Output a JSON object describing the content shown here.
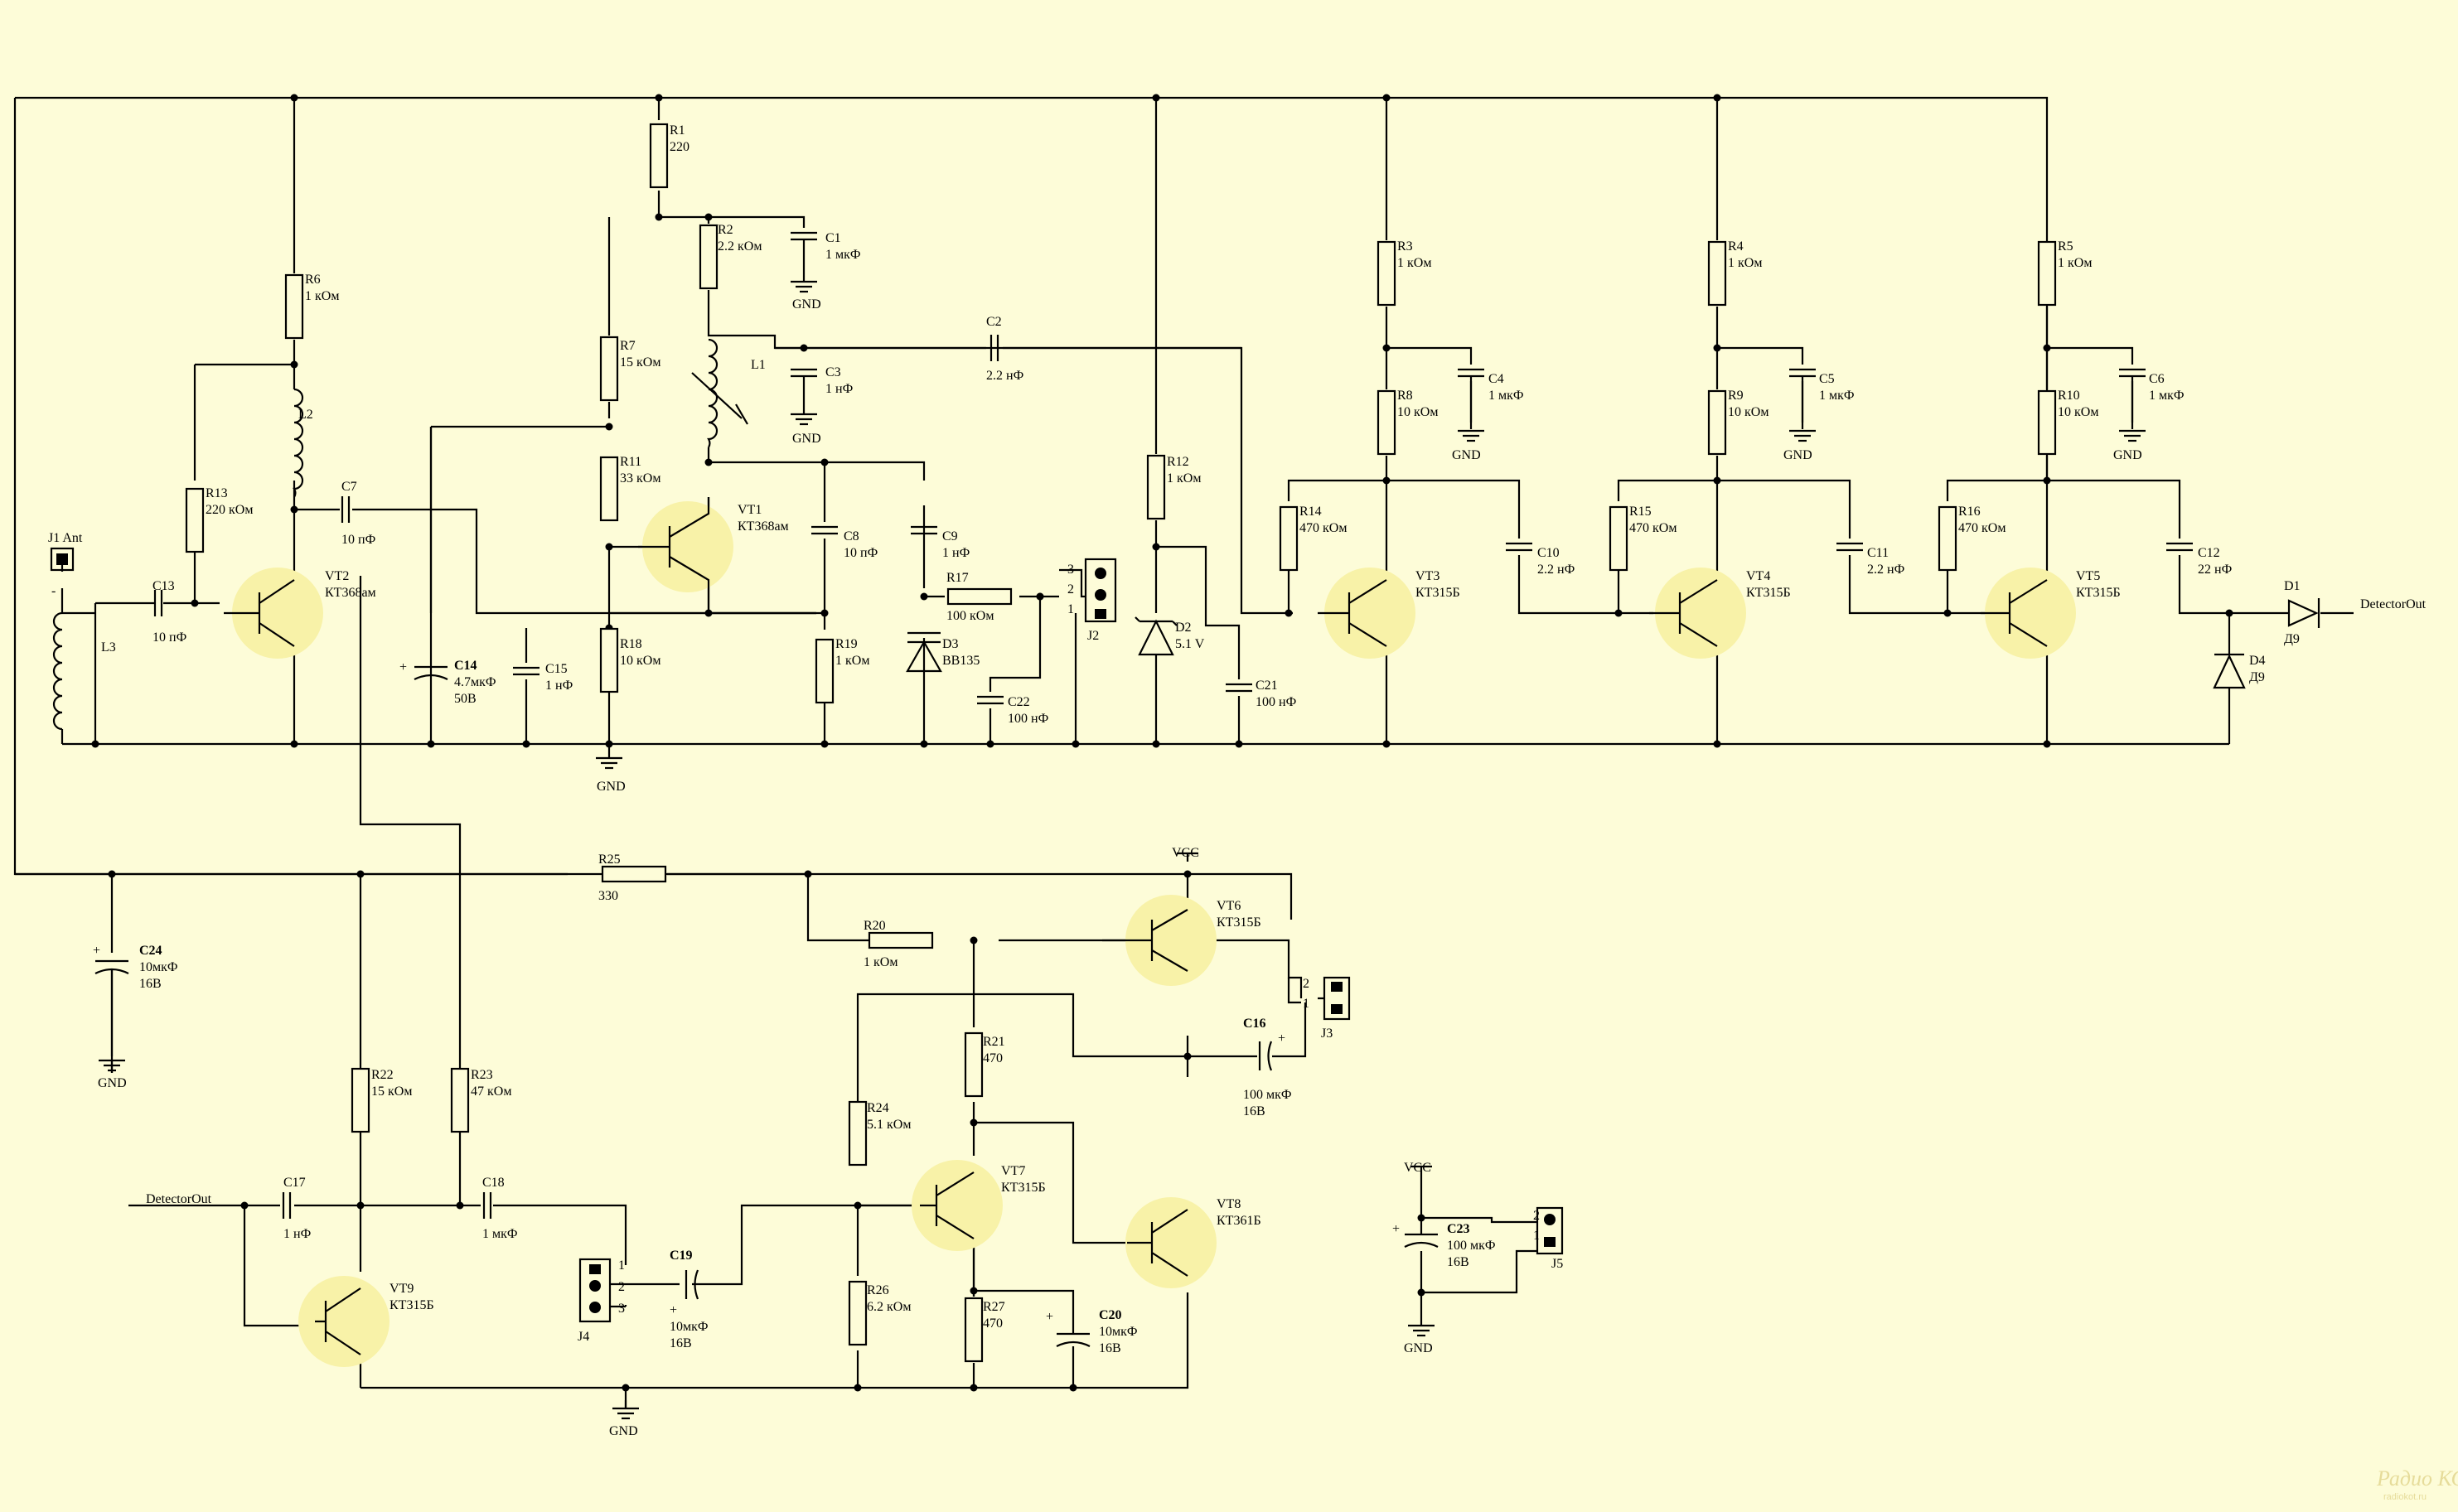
{
  "labels": {
    "R1": "R1",
    "R1v": "220",
    "R2": "R2",
    "R2v": "2.2 кОм",
    "C1": "C1",
    "C1v": "1 мкФ",
    "C3": "C3",
    "C3v": "1 нФ",
    "L1": "L1",
    "C2": "C2",
    "C2v": "2.2 нФ",
    "R6": "R6",
    "R6v": "1 кОм",
    "L2": "L2",
    "R7": "R7",
    "R7v": "15 кОм",
    "R11": "R11",
    "R11v": "33 кОм",
    "VT1": "VT1",
    "VT1v": "КТ368ам",
    "R13": "R13",
    "R13v": "220 кОм",
    "C7": "C7",
    "C7v": "10 пФ",
    "VT2": "VT2",
    "VT2v": "КТ368ам",
    "J1": "J1 Ant",
    "C13": "C13",
    "C13v": "10 пФ",
    "L3": "L3",
    "C14": "C14",
    "C14v": "4.7мкФ",
    "C14v2": "50В",
    "C15": "C15",
    "C15v": "1 нФ",
    "R18": "R18",
    "R18v": "10 кОм",
    "C8": "C8",
    "C8v": "10 пФ",
    "R19": "R19",
    "R19v": "1 кОм",
    "C9": "C9",
    "C9v": "1 нФ",
    "D3": "D3",
    "D3v": "BB135",
    "R17": "R17",
    "R17v": "100 кОм",
    "C22": "C22",
    "C22v": "100 нФ",
    "J2": "J2",
    "R12": "R12",
    "R12v": "1 кОм",
    "D2": "D2",
    "D2v": "5.1 V",
    "C21": "C21",
    "C21v": "100 нФ",
    "R3": "R3",
    "R3v": "1 кОм",
    "C4": "C4",
    "C4v": "1 мкФ",
    "R8": "R8",
    "R8v": "10 кОм",
    "R14": "R14",
    "R14v": "470 кОм",
    "VT3": "VT3",
    "VT3v": "КТ315Б",
    "C10": "C10",
    "C10v": "2.2 нФ",
    "R4": "R4",
    "R4v": "1 кОм",
    "C5": "C5",
    "C5v": "1 мкФ",
    "R9": "R9",
    "R9v": "10 кОм",
    "R15": "R15",
    "R15v": "470 кОм",
    "VT4": "VT4",
    "VT4v": "КТ315Б",
    "C11": "C11",
    "C11v": "2.2 нФ",
    "R5": "R5",
    "R5v": "1 кОм",
    "C6": "C6",
    "C6v": "1 мкФ",
    "R10": "R10",
    "R10v": "10 кОм",
    "R16": "R16",
    "R16v": "470 кОм",
    "VT5": "VT5",
    "VT5v": "КТ315Б",
    "C12": "C12",
    "C12v": "22 нФ",
    "D1": "D1",
    "D1v": "Д9",
    "D4": "D4",
    "D4v": "Д9",
    "DetOut": "DetectorOut",
    "C24": "C24",
    "C24v": "10мкФ",
    "C24v2": "16В",
    "R25": "R25",
    "R25v": "330",
    "VCC": "VCC",
    "R20": "R20",
    "R20v": "1 кОм",
    "VT6": "VT6",
    "VT6v": "КТ315Б",
    "J3": "J3",
    "C16": "C16",
    "C16v": "100 мкФ",
    "C16v2": "16В",
    "R21": "R21",
    "R21v": "470",
    "R22": "R22",
    "R22v": "15 кОм",
    "R23": "R23",
    "R23v": "47 кОм",
    "R24": "R24",
    "R24v": "5.1 кОм",
    "VT7": "VT7",
    "VT7v": "КТ315Б",
    "VT8": "VT8",
    "VT8v": "КТ361Б",
    "DetIn": "DetectorOut",
    "C17": "C17",
    "C17v": "1 нФ",
    "C18": "C18",
    "C18v": "1 мкФ",
    "VT9": "VT9",
    "VT9v": "КТ315Б",
    "J4": "J4",
    "C19": "C19",
    "C19v": "10мкФ",
    "C19v2": "16В",
    "R26": "R26",
    "R26v": "6.2 кОм",
    "R27": "R27",
    "R27v": "470",
    "C20": "C20",
    "C20v": "10мкФ",
    "C20v2": "16В",
    "C23": "C23",
    "C23v": "100 мкФ",
    "C23v2": "16В",
    "J5": "J5",
    "GND": "GND",
    "p1": "1",
    "p2": "2",
    "p3": "3",
    "minus": "-",
    "plus": "+",
    "wm1": "Радио КОТ",
    "wm2": "radiokot.ru"
  },
  "colors": {
    "background": "#fdfcd8",
    "transistor_fill": "#f8f2a8",
    "wire": "#000000"
  }
}
